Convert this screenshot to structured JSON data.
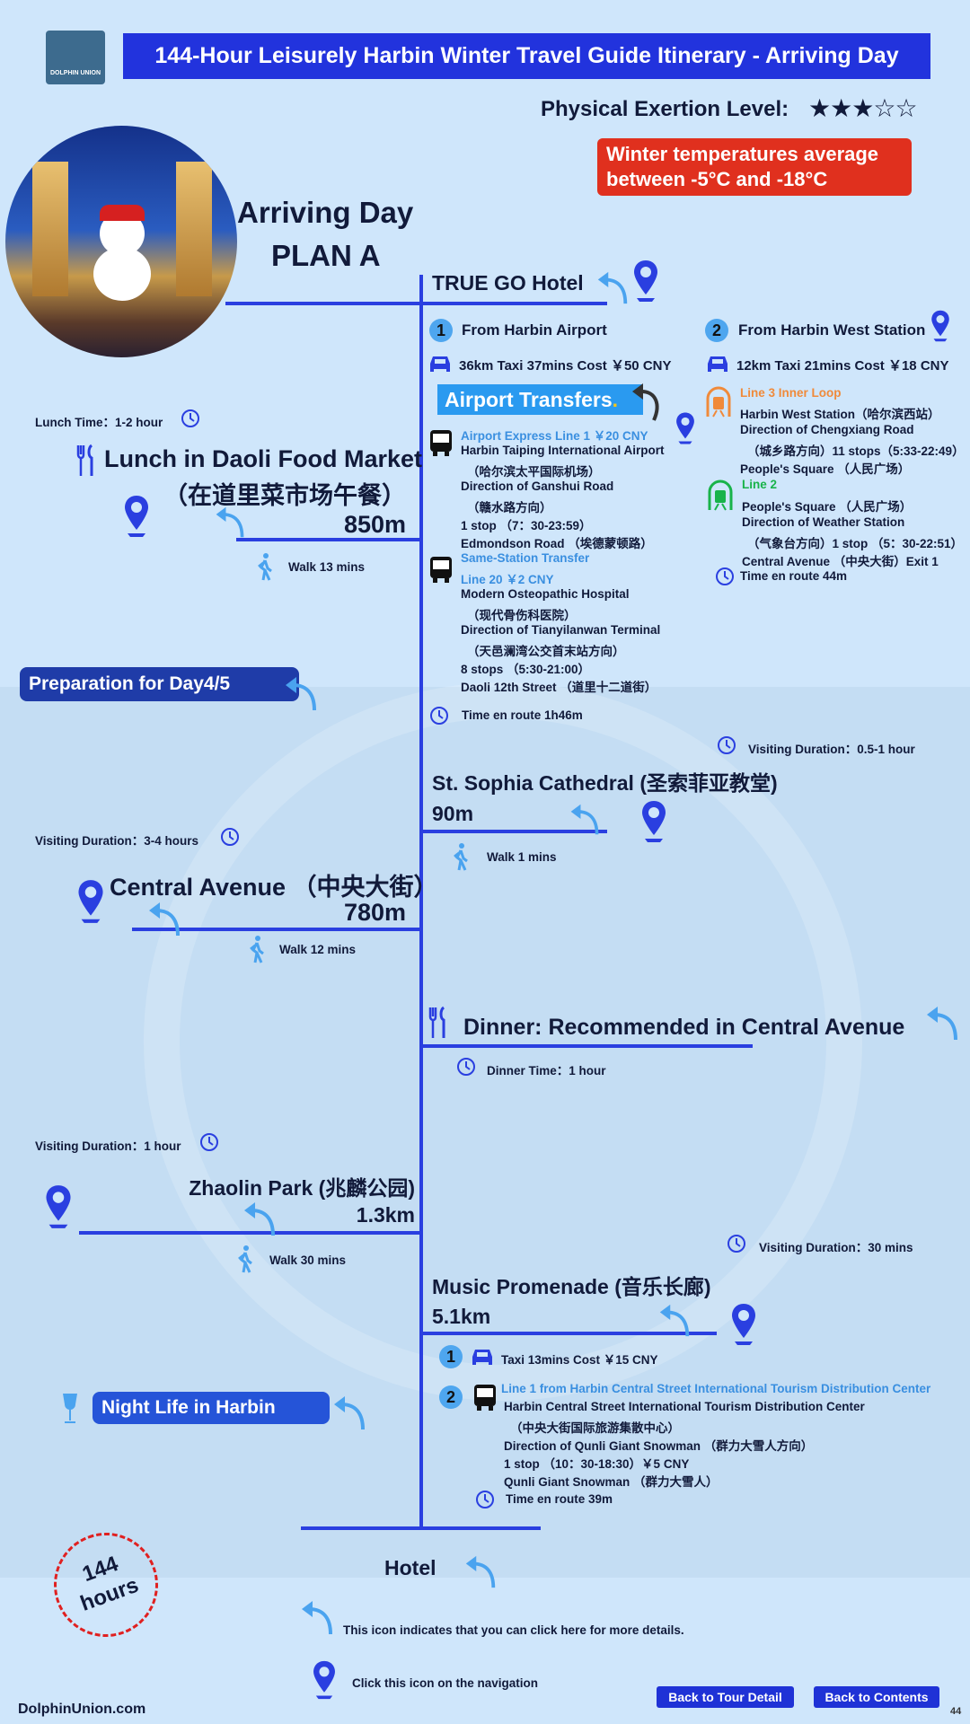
{
  "header": {
    "logo_text": "DOLPHIN UNION",
    "title": "144-Hour Leisurely Harbin Winter Travel Guide Itinerary - Arriving Day",
    "exertion_label": "Physical Exertion Level:",
    "exertion_stars": 3,
    "exertion_max": 5,
    "temperature_note_line1": "Winter temperatures average",
    "temperature_note_line2": "between -5°C and -18°C"
  },
  "plan": {
    "title": "Arriving Day",
    "subtitle": "PLAN A"
  },
  "hotel_start": {
    "name": "TRUE GO Hotel"
  },
  "route_airport": {
    "num": "1",
    "title": "From Harbin Airport",
    "taxi": "36km Taxi 37mins Cost ￥50 CNY",
    "transfers_label": "Airport Transfers",
    "lines": [
      "Airport Express Line 1 ￥20 CNY",
      "Harbin  Taiping  International  Airport",
      "（哈尔滨太平国际机场）",
      "Direction of Ganshui Road",
      "（赣水路方向）",
      "1 stop （7：30-23:59）",
      "Edmondson Road （埃德蒙顿路）",
      "Same-Station Transfer",
      "Line 20 ￥2 CNY",
      "Modern Osteopathic Hospital",
      "（现代骨伤科医院）",
      "Direction of Tianyilanwan Terminal",
      "（天邑澜湾公交首末站方向）",
      "8 stops （5:30-21:00）",
      "Daoli 12th Street （道里十二道街）"
    ],
    "time": "Time en route 1h46m"
  },
  "route_west": {
    "num": "2",
    "title": "From Harbin West Station",
    "taxi": "12km Taxi 21mins Cost ￥18 CNY",
    "lines": [
      "Line 3 Inner Loop",
      "Harbin West Station（哈尔滨西站）",
      "Direction of Chengxiang Road",
      "（城乡路方向）11 stops（5:33-22:49）",
      "People's Square （人民广场）",
      "Line 2",
      "People's Square （人民广场）",
      "Direction of Weather Station",
      "（气象台方向）1 stop （5：30-22:51）",
      "Central Avenue （中央大街）Exit 1"
    ],
    "time": "Time en route 44m"
  },
  "lunch": {
    "time": "Lunch Time：1-2 hour",
    "title": "Lunch in Daoli Food Market",
    "title_cn": "（在道里菜市场午餐）",
    "distance": "850m",
    "walk": "Walk  13 mins"
  },
  "preparation": {
    "label": "Preparation for Day4/5"
  },
  "sophia": {
    "visiting": "Visiting Duration：0.5-1 hour",
    "title": "St. Sophia Cathedral (圣索菲亚教堂)",
    "distance": "90m",
    "walk": "Walk  1 mins"
  },
  "central": {
    "visiting": "Visiting Duration：3-4 hours",
    "title": "Central Avenue （中央大街）",
    "distance": "780m",
    "walk": "Walk  12 mins"
  },
  "dinner": {
    "title": "Dinner: Recommended in Central Avenue",
    "time": "Dinner Time：1 hour"
  },
  "zhaolin": {
    "visiting": "Visiting Duration：1 hour",
    "title": "Zhaolin Park (兆麟公园)",
    "distance": "1.3km",
    "walk": "Walk 30 mins"
  },
  "music": {
    "visiting": "Visiting Duration：30 mins",
    "title": "Music Promenade (音乐长廊)",
    "distance": "5.1km",
    "opt1_num": "1",
    "opt1": "Taxi 13mins Cost ￥15 CNY",
    "opt2_num": "2",
    "lines": [
      "Line 1 from Harbin Central Street International Tourism Distribution Center",
      "Harbin Central Street International Tourism Distribution Center",
      "（中央大街国际旅游集散中心）",
      "Direction of Qunli Giant Snowman （群力大雪人方向）",
      "1 stop （10：30-18:30）￥5 CNY",
      "Qunli Giant Snowman （群力大雪人）"
    ],
    "time": "Time en route 39m"
  },
  "nightlife": {
    "label": "Night Life in Harbin"
  },
  "hotel_end": {
    "name": "Hotel"
  },
  "badge": {
    "line1": "144",
    "line2": "hours"
  },
  "legend": {
    "arrow_text": "This icon indicates that you can click here for more details.",
    "pin_text": "Click this icon on the navigation"
  },
  "footer": {
    "site": "DolphinUnion.com",
    "back_tour": "Back to Tour Detail",
    "back_contents": "Back to Contents",
    "page": "44"
  },
  "colors": {
    "line": "#2a3fe0",
    "title_bg": "#2233dd",
    "temp_bg": "#e0301e",
    "accent_blue": "#3a8fe0"
  }
}
